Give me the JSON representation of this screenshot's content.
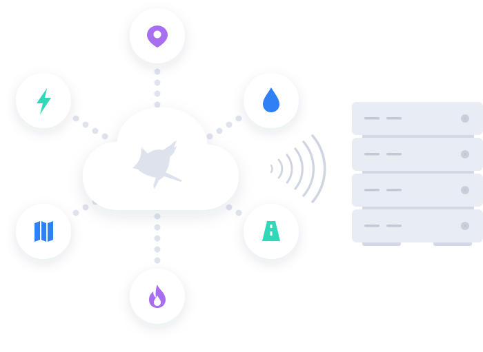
{
  "colors": {
    "background": "#ffffff",
    "node_fill": "#ffffff",
    "connector_dots": "#dfe3ee",
    "cloud_fill": "#ffffff",
    "bird": "#dde2ec",
    "waves": "#cfd5e1",
    "server_unit": "#e8ecf3",
    "server_unit_shadow": "#d3d9e4",
    "server_line": "#c2c9d6",
    "server_led": "#c9cfdb",
    "icon_purple": "#a86ef0",
    "icon_teal": "#2fd8b8",
    "icon_blue": "#2f7ff5"
  },
  "cloud": {
    "icon": "bird-logo-icon"
  },
  "nodes": [
    {
      "id": "location",
      "icon": "map-pin-icon",
      "color": "icon_purple"
    },
    {
      "id": "water",
      "icon": "water-drop-icon",
      "color": "icon_blue"
    },
    {
      "id": "road",
      "icon": "road-icon",
      "color": "icon_teal"
    },
    {
      "id": "fire",
      "icon": "flame-icon",
      "color": "icon_purple"
    },
    {
      "id": "map",
      "icon": "folded-map-icon",
      "color": "icon_blue"
    },
    {
      "id": "power",
      "icon": "lightning-bolt-icon",
      "color": "icon_teal"
    }
  ],
  "signal": {
    "icon": "wireless-signal-icon",
    "arcs": 5
  },
  "server_rack": {
    "icon": "server-rack-icon",
    "units": 4
  }
}
